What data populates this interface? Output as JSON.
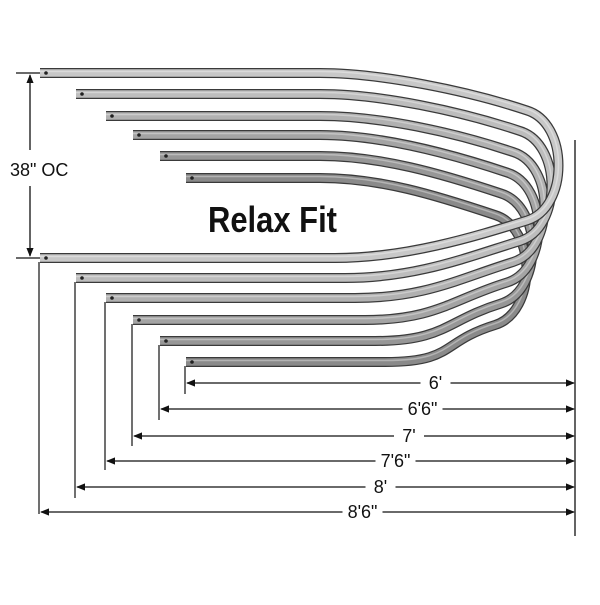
{
  "diagram": {
    "title": "Relax Fit",
    "spacing_label": "38\" OC",
    "bow_colors": [
      "#c8c8c8",
      "#bdbdbd",
      "#b1b1b1",
      "#a4a4a4",
      "#979797",
      "#8a8a8a"
    ],
    "outline_color": "#3a3a3a",
    "line_color": "#111111",
    "dimensions": [
      {
        "label": "6'"
      },
      {
        "label": "6'6\""
      },
      {
        "label": "7'"
      },
      {
        "label": "7'6\""
      },
      {
        "label": "8'"
      },
      {
        "label": "8'6\""
      }
    ]
  }
}
